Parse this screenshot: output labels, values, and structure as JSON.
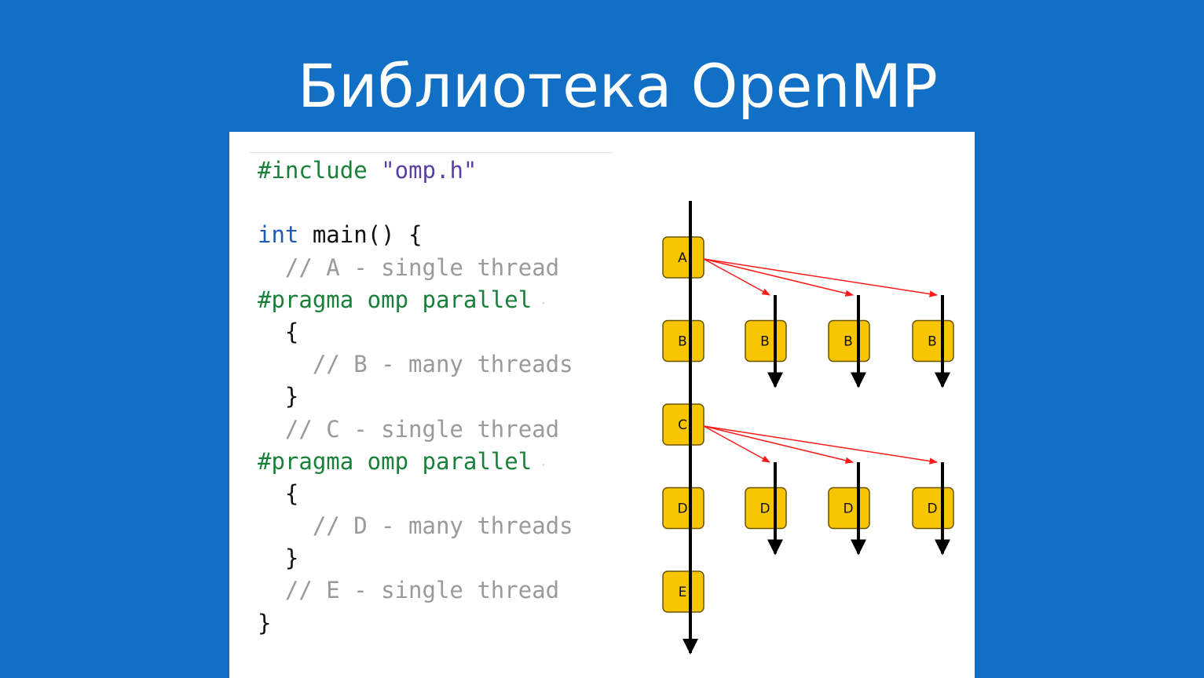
{
  "slide": {
    "title": "Библиотека OpenMP"
  },
  "code_lines": [
    [
      {
        "t": "#include",
        "c": "kw-green"
      },
      {
        "t": " ",
        "c": ""
      },
      {
        "t": "\"omp.h\"",
        "c": "kw-str"
      }
    ],
    [],
    [
      {
        "t": "int",
        "c": "kw-blue"
      },
      {
        "t": " main() {",
        "c": ""
      }
    ],
    [
      {
        "t": "  // A - single thread",
        "c": "cm"
      }
    ],
    [
      {
        "t": "#pragma omp parallel",
        "c": "kw-green"
      }
    ],
    [
      {
        "t": "  {",
        "c": ""
      }
    ],
    [
      {
        "t": "    // B - many threads",
        "c": "cm"
      }
    ],
    [
      {
        "t": "  }",
        "c": ""
      }
    ],
    [
      {
        "t": "  // C - single thread",
        "c": "cm"
      }
    ],
    [
      {
        "t": "#pragma omp parallel",
        "c": "kw-green"
      }
    ],
    [
      {
        "t": "  {",
        "c": ""
      }
    ],
    [
      {
        "t": "    // D - many threads",
        "c": "cm"
      }
    ],
    [
      {
        "t": "  }",
        "c": ""
      }
    ],
    [
      {
        "t": "  // E - single thread",
        "c": "cm"
      }
    ],
    [
      {
        "t": "}",
        "c": ""
      }
    ]
  ],
  "diagram": {
    "main_thread": [
      "A",
      "B",
      "C",
      "D",
      "E"
    ],
    "forked_regions": [
      {
        "from": "A",
        "label": "B",
        "threads": 3
      },
      {
        "from": "C",
        "label": "D",
        "threads": 3
      }
    ],
    "colors": {
      "node_fill": "#f7c600",
      "node_stroke": "#6b5400",
      "thread_line": "#000000",
      "fork_arrow": "#ff1a1a"
    }
  }
}
